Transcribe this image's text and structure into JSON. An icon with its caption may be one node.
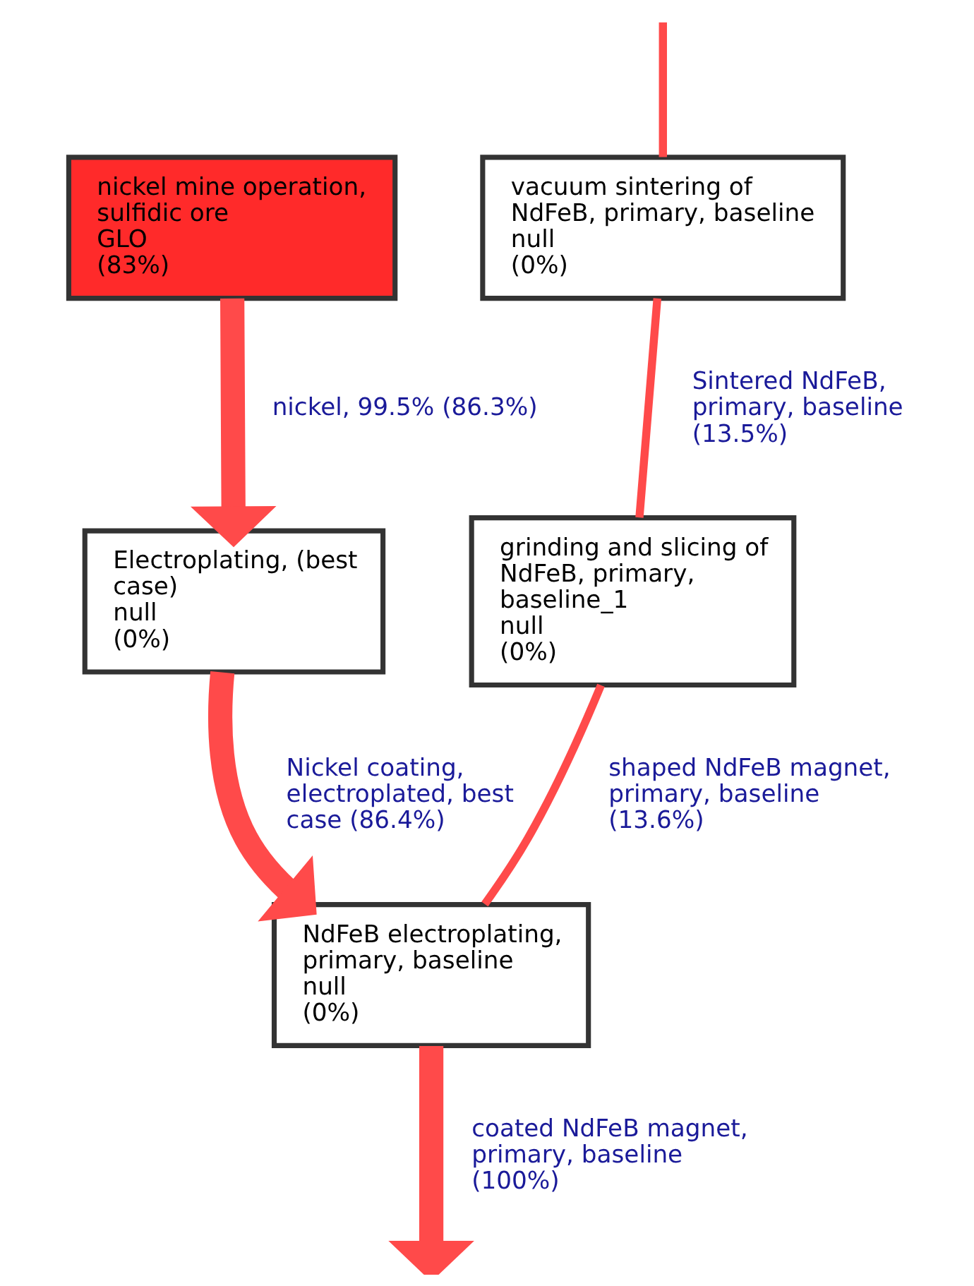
{
  "diagram": {
    "nodes": [
      {
        "text": [
          "vacuum sintering of NdFeB, primary, baseline",
          "null",
          "(0%)"
        ]
      },
      {
        "text": [
          "nickel mine operation, sulfidic ore",
          "GLO",
          "(83%)"
        ]
      },
      {
        "text": [
          "grinding and slicing of NdFeB, primary, baseline_1",
          "null",
          "(0%)"
        ]
      },
      {
        "text": [
          "Electroplating, (best case)",
          "null",
          "(0%)"
        ]
      },
      {
        "text": [
          "NdFeB electroplating, primary, baseline",
          "null",
          "(0%)"
        ]
      }
    ],
    "edges": [
      {
        "from": null,
        "to": 0,
        "arrow": "none"
      },
      {
        "from": 0,
        "to": 2,
        "arrow": "none",
        "label": "Sintered NdFeB, primary, baseline (13.5%)"
      },
      {
        "from": 1,
        "to": 3,
        "arrow": "to",
        "style": "thick",
        "label": "nickel, 99.5% (86.3%)"
      },
      {
        "from": 2,
        "to": 4,
        "arrow": "none",
        "label": "shaped NdFeB magnet, primary, baseline (13.6%)"
      },
      {
        "from": 3,
        "to": 4,
        "arrow": "to",
        "style": "thick",
        "label": "Nickel coating, electroplated, best case (86.4%)"
      },
      {
        "from": 4,
        "to": null,
        "arrow": "to",
        "style": "thick",
        "label": "coated NdFeB magnet, primary, baseline (100%)"
      }
    ]
  }
}
